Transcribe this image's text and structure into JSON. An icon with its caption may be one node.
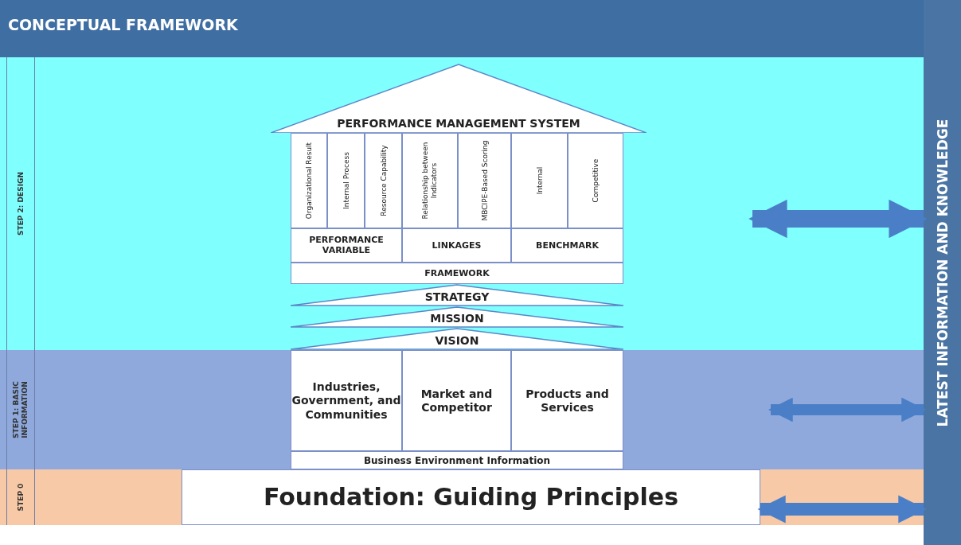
{
  "diagram": {
    "nodes": [
      {
        "text": [
          "CONCEPTUAL FRAMEWORK"
        ]
      },
      {
        "text": [
          "STEP 2: DESIGN"
        ]
      },
      {
        "text": [
          "STEP 1: BASIC INFORMATION"
        ]
      },
      {
        "text": [
          "STEP 0"
        ]
      },
      {
        "text": [
          "LATEST INFORMATION AND KNOWLEDGE"
        ]
      },
      {
        "text": [
          "PERFORMANCE MANAGEMENT SYSTEM"
        ],
        "in": 1
      },
      {
        "text": [
          "Organizational Result"
        ],
        "in": 1
      },
      {
        "text": [
          "Internal Process"
        ],
        "in": 1
      },
      {
        "text": [
          "Resource Capability"
        ],
        "in": 1
      },
      {
        "text": [
          "Relationship between Indicators"
        ],
        "in": 1
      },
      {
        "text": [
          "MBCIPE-Based Scoring"
        ],
        "in": 1
      },
      {
        "text": [
          "Internal"
        ],
        "in": 1
      },
      {
        "text": [
          "Competitive"
        ],
        "in": 1
      },
      {
        "text": [
          "PERFORMANCE VARIABLE"
        ],
        "in": 1
      },
      {
        "text": [
          "LINKAGES"
        ],
        "in": 1
      },
      {
        "text": [
          "BENCHMARK"
        ],
        "in": 1
      },
      {
        "text": [
          "FRAMEWORK"
        ],
        "in": 1
      },
      {
        "text": [
          "STRATEGY"
        ],
        "in": 1
      },
      {
        "text": [
          "MISSION"
        ],
        "in": 1
      },
      {
        "text": [
          "VISION"
        ],
        "in": 1
      },
      {
        "text": [
          "Industries, Government, and Communities"
        ],
        "in": 2
      },
      {
        "text": [
          "Market and Competitor"
        ],
        "in": 2
      },
      {
        "text": [
          "Products and Services"
        ],
        "in": 2
      },
      {
        "text": [
          "Business Environment Information"
        ],
        "in": 2
      },
      {
        "text": [
          "Foundation: Guiding Principles"
        ],
        "in": 3
      }
    ],
    "edges": [
      {
        "from": null,
        "to": 4,
        "arrow": "both"
      },
      {
        "from": null,
        "to": 4,
        "arrow": "both"
      },
      {
        "from": 24,
        "to": 4,
        "arrow": "both"
      }
    ]
  }
}
